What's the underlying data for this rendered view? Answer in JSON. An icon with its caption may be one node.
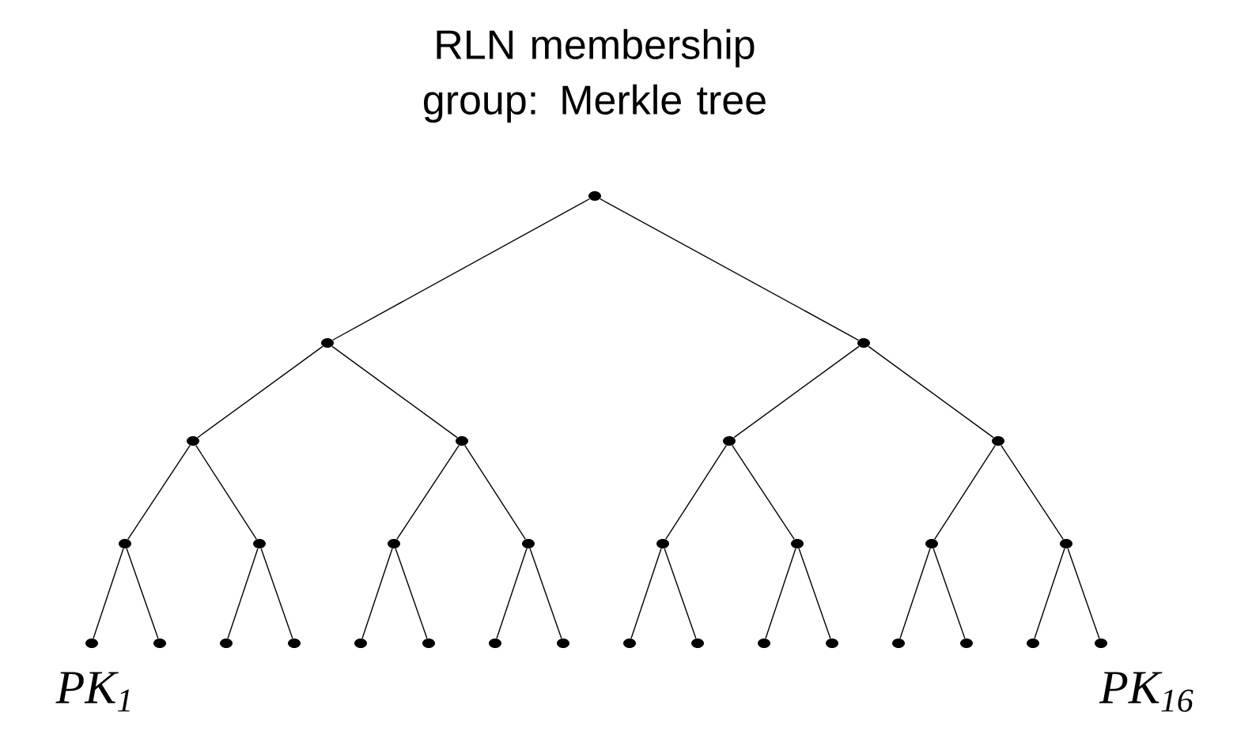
{
  "diagram": {
    "title": "RLN membership group: Merkle tree",
    "nodes": [
      {
        "text": [],
        "shape": "circle"
      },
      {
        "text": [],
        "shape": "circle"
      },
      {
        "text": [],
        "shape": "circle"
      },
      {
        "text": [],
        "shape": "circle"
      },
      {
        "text": [],
        "shape": "circle"
      },
      {
        "text": [],
        "shape": "circle"
      },
      {
        "text": [],
        "shape": "circle"
      },
      {
        "text": [],
        "shape": "circle"
      },
      {
        "text": [],
        "shape": "circle"
      },
      {
        "text": [],
        "shape": "circle"
      },
      {
        "text": [],
        "shape": "circle"
      },
      {
        "text": [],
        "shape": "circle"
      },
      {
        "text": [],
        "shape": "circle"
      },
      {
        "text": [],
        "shape": "circle"
      },
      {
        "text": [],
        "shape": "circle"
      },
      {
        "text": [],
        "shape": "circle",
        "beside": [
          "*PK*$_{1}$"
        ]
      },
      {
        "text": [],
        "shape": "circle"
      },
      {
        "text": [],
        "shape": "circle"
      },
      {
        "text": [],
        "shape": "circle"
      },
      {
        "text": [],
        "shape": "circle"
      },
      {
        "text": [],
        "shape": "circle"
      },
      {
        "text": [],
        "shape": "circle"
      },
      {
        "text": [],
        "shape": "circle"
      },
      {
        "text": [],
        "shape": "circle"
      },
      {
        "text": [],
        "shape": "circle"
      },
      {
        "text": [],
        "shape": "circle"
      },
      {
        "text": [],
        "shape": "circle"
      },
      {
        "text": [],
        "shape": "circle"
      },
      {
        "text": [],
        "shape": "circle"
      },
      {
        "text": [],
        "shape": "circle"
      },
      {
        "text": [],
        "shape": "circle",
        "beside": [
          "*PK*$_{16}$"
        ]
      }
    ],
    "edges": [
      {
        "from": 0,
        "to": 1,
        "arrow": "none"
      },
      {
        "from": 0,
        "to": 2,
        "arrow": "none"
      },
      {
        "from": 1,
        "to": 3,
        "arrow": "none"
      },
      {
        "from": 1,
        "to": 4,
        "arrow": "none"
      },
      {
        "from": 2,
        "to": 5,
        "arrow": "none"
      },
      {
        "from": 2,
        "to": 6,
        "arrow": "none"
      },
      {
        "from": 3,
        "to": 7,
        "arrow": "none"
      },
      {
        "from": 3,
        "to": 8,
        "arrow": "none"
      },
      {
        "from": 4,
        "to": 9,
        "arrow": "none"
      },
      {
        "from": 4,
        "to": 10,
        "arrow": "none"
      },
      {
        "from": 5,
        "to": 11,
        "arrow": "none"
      },
      {
        "from": 5,
        "to": 12,
        "arrow": "none"
      },
      {
        "from": 6,
        "to": 13,
        "arrow": "none"
      },
      {
        "from": 6,
        "to": 14,
        "arrow": "none"
      },
      {
        "from": 7,
        "to": 15,
        "arrow": "none"
      },
      {
        "from": 7,
        "to": 16,
        "arrow": "none"
      },
      {
        "from": 8,
        "to": 17,
        "arrow": "none"
      },
      {
        "from": 8,
        "to": 18,
        "arrow": "none"
      },
      {
        "from": 9,
        "to": 19,
        "arrow": "none"
      },
      {
        "from": 9,
        "to": 20,
        "arrow": "none"
      },
      {
        "from": 10,
        "to": 21,
        "arrow": "none"
      },
      {
        "from": 10,
        "to": 22,
        "arrow": "none"
      },
      {
        "from": 11,
        "to": 23,
        "arrow": "none"
      },
      {
        "from": 11,
        "to": 24,
        "arrow": "none"
      },
      {
        "from": 12,
        "to": 25,
        "arrow": "none"
      },
      {
        "from": 12,
        "to": 26,
        "arrow": "none"
      },
      {
        "from": 13,
        "to": 27,
        "arrow": "none"
      },
      {
        "from": 13,
        "to": 28,
        "arrow": "none"
      },
      {
        "from": 14,
        "to": 29,
        "arrow": "none"
      },
      {
        "from": 14,
        "to": 30,
        "arrow": "none"
      }
    ]
  }
}
